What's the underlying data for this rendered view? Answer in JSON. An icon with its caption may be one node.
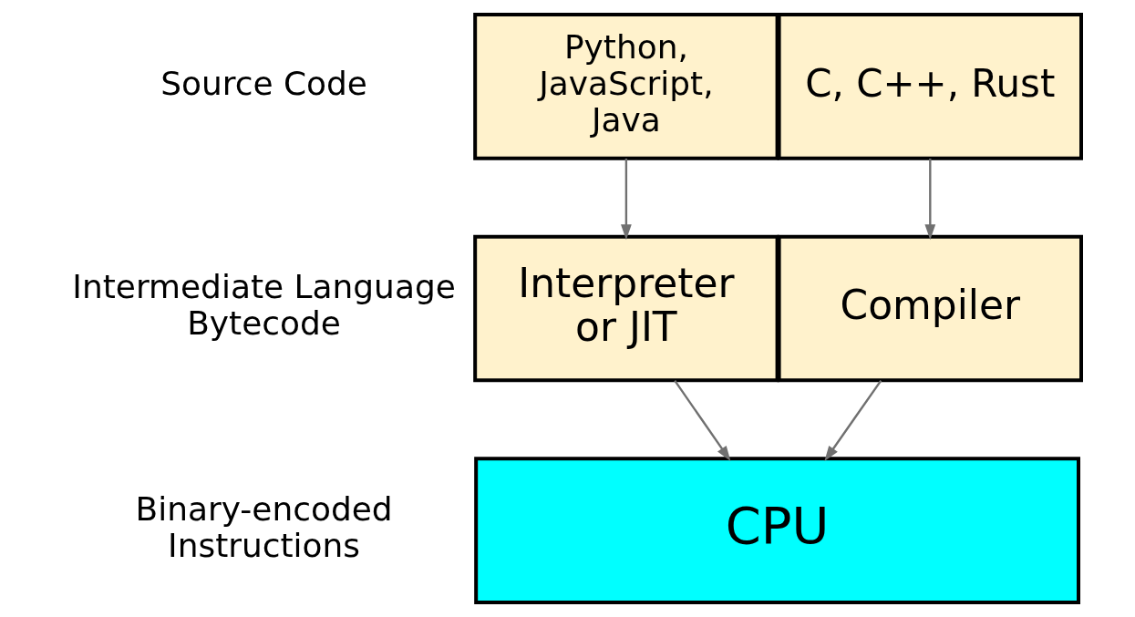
{
  "diagram": {
    "nodes": [
      {
        "text": [
          "Python, JavaScript, Java"
        ]
      },
      {
        "text": [
          "C, C++, Rust"
        ]
      },
      {
        "text": [
          "Interpreter or JIT"
        ]
      },
      {
        "text": [
          "Compiler"
        ]
      },
      {
        "text": [
          "CPU"
        ]
      }
    ],
    "edges": [
      {
        "from": 0,
        "to": 2,
        "arrow": "to"
      },
      {
        "from": 1,
        "to": 3,
        "arrow": "to"
      },
      {
        "from": 2,
        "to": 4,
        "arrow": "to"
      },
      {
        "from": 3,
        "to": 4,
        "arrow": "to"
      }
    ],
    "labels": [
      "Source Code",
      "Intermediate Language Bytecode",
      "Binary-encoded Instructions"
    ]
  }
}
